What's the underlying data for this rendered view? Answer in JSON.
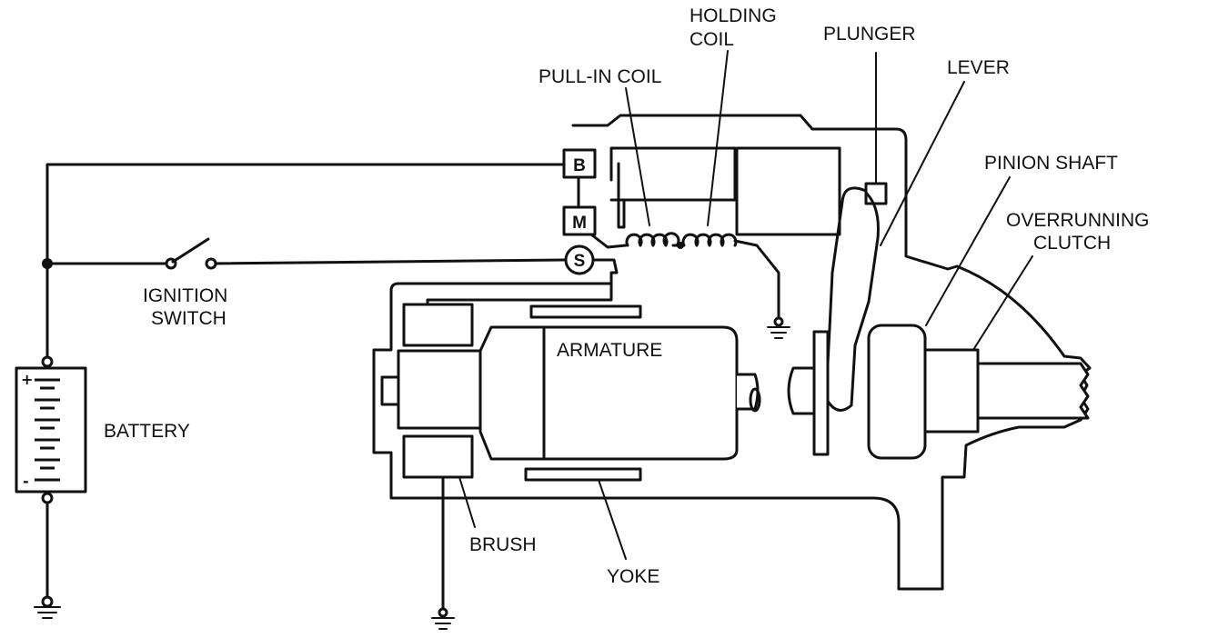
{
  "labels": {
    "holding_coil_line1": "HOLDING",
    "holding_coil_line2": "COIL",
    "pull_in_coil": "PULL-IN COIL",
    "plunger": "PLUNGER",
    "lever": "LEVER",
    "pinion_shaft": "PINION SHAFT",
    "overrunning_clutch_line1": "OVERRUNNING",
    "overrunning_clutch_line2": "CLUTCH",
    "ignition_switch_line1": "IGNITION",
    "ignition_switch_line2": "SWITCH",
    "battery": "BATTERY",
    "armature": "ARMATURE",
    "brush": "BRUSH",
    "yoke": "YOKE"
  },
  "terminals": {
    "b": "B",
    "m": "M",
    "s": "S"
  },
  "battery_signs": {
    "plus": "+",
    "minus": "-"
  }
}
